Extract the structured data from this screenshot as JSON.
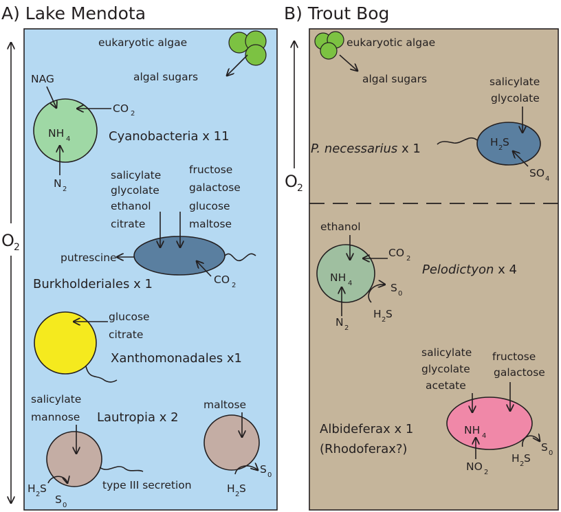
{
  "panels": {
    "a": {
      "title": "A) Lake Mendota",
      "o2": "O",
      "o2_sub": "2",
      "algae": "eukaryotic algae",
      "algal_sugars": "algal sugars",
      "cyano": {
        "inputs": [
          "NAG",
          "CO",
          "NH",
          "N"
        ],
        "subs": [
          "2",
          "4",
          "2"
        ],
        "label": "Cyanobacteria x 11"
      },
      "burk": {
        "inputs_left": [
          "salicylate",
          "glycolate",
          "ethanol",
          "citrate"
        ],
        "inputs_right": [
          "fructose",
          "galactose",
          "glucose",
          "maltose"
        ],
        "out": "putrescine",
        "co2": "CO",
        "co2_sub": "2",
        "label": "Burkholderiales x 1"
      },
      "xantho": {
        "inputs": [
          "glucose",
          "citrate"
        ],
        "label": "Xanthomonadales x1"
      },
      "lautropia": {
        "inputs": [
          "salicylate",
          "mannose"
        ],
        "label": "Lautropia x 2",
        "h2s": "H",
        "h2s_sub": "2",
        "h2s_s": "S",
        "s0": "S",
        "s0_sub": "0",
        "secretion": "type III secretion"
      },
      "maltose_cell": {
        "input": "maltose",
        "s0": "S",
        "s0_sub": "0",
        "h2s": "H",
        "h2s_sub": "2",
        "h2s_s": "S"
      }
    },
    "b": {
      "title": "B) Trout Bog",
      "o2": "O",
      "o2_sub": "2",
      "algae": "eukaryotic algae",
      "algal_sugars": "algal sugars",
      "pnec": {
        "inputs": [
          "salicylate",
          "glycolate"
        ],
        "h2s": "H",
        "h2s_sub": "2",
        "h2s_s": "S",
        "so4": "SO",
        "so4_sub": "4",
        "label_italic": "P. necessarius",
        "label_rest": " x 1"
      },
      "pelo": {
        "input": "ethanol",
        "co2": "CO",
        "co2_sub": "2",
        "nh4": "NH",
        "nh4_sub": "4",
        "s0": "S",
        "s0_sub": "0",
        "h2s": "H",
        "h2s_sub": "2",
        "h2s_s": "S",
        "n2": "N",
        "n2_sub": "2",
        "label_italic": "Pelodictyon",
        "label_rest": " x 4"
      },
      "albi": {
        "inputs_left": [
          "salicylate",
          "glycolate",
          "acetate"
        ],
        "inputs_right": [
          "fructose",
          "galactose"
        ],
        "nh4": "NH",
        "nh4_sub": "4",
        "no2": "NO",
        "no2_sub": "2",
        "h2s": "H",
        "h2s_sub": "2",
        "h2s_s": "S",
        "s0": "S",
        "s0_sub": "0",
        "label": "Albideferax x 1",
        "label2": "(Rhodoferax?)"
      }
    }
  },
  "colors": {
    "lake_bg": "#b5d9f2",
    "bog_bg": "#c5b59b",
    "algae": "#7cc242",
    "cyano": "#9fd8a5",
    "burk": "#5a7fa0",
    "xantho": "#f5ea1e",
    "lautropia": "#c4ada4",
    "pnec": "#5a7fa0",
    "pelo": "#9fbfa0",
    "albi": "#f088a8"
  }
}
